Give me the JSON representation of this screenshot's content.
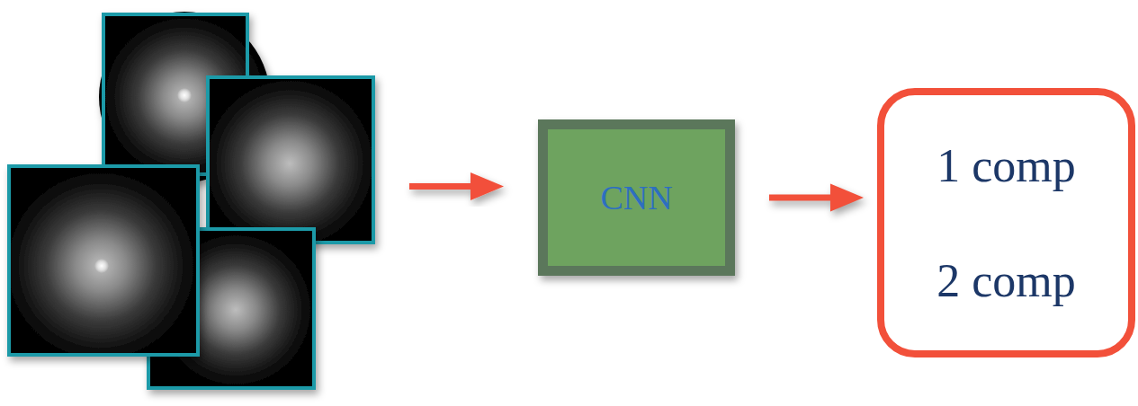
{
  "diagram": {
    "nodes": [
      {
        "text": [
          "CNN"
        ]
      },
      {
        "text": [
          "1 comp",
          "2 comp"
        ]
      }
    ],
    "edges": [
      {
        "from": 0,
        "to": 1,
        "arrow": "to"
      }
    ]
  }
}
